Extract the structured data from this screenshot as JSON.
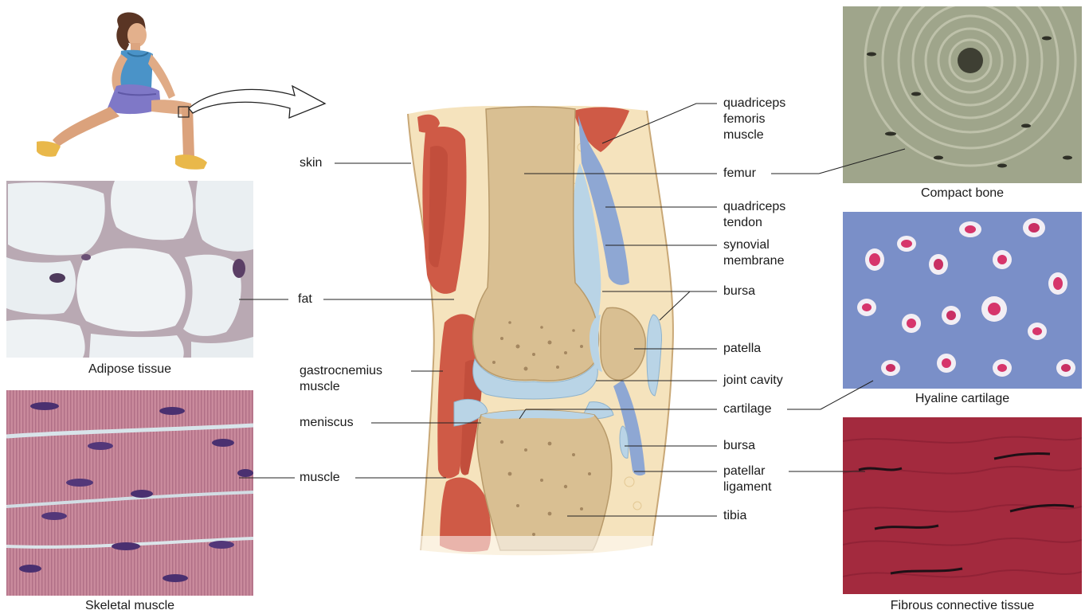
{
  "diagram": {
    "anatomy_labels": {
      "skin": "skin",
      "fat": "fat",
      "gastrocnemius": "gastrocnemius\nmuscle",
      "meniscus": "meniscus",
      "muscle": "muscle",
      "quadriceps_muscle": "quadriceps\nfemoris\nmuscle",
      "femur": "femur",
      "quadriceps_tendon": "quadriceps\ntendon",
      "synovial_membrane": "synovial\nmembrane",
      "bursa_upper": "bursa",
      "patella": "patella",
      "joint_cavity": "joint cavity",
      "cartilage": "cartilage",
      "bursa_lower": "bursa",
      "patellar_ligament": "patellar\nligament",
      "tibia": "tibia"
    },
    "tissue_captions": {
      "adipose": "Adipose tissue",
      "skeletal_muscle": "Skeletal muscle",
      "compact_bone": "Compact bone",
      "hyaline_cartilage": "Hyaline cartilage",
      "fibrous": "Fibrous connective tissue"
    }
  },
  "colors": {
    "fat": "#f5e3bd",
    "muscle": "#cf5a46",
    "bone": "#d9bf92",
    "cartilage": "#b9d4e6",
    "tendon": "#8ea7d3",
    "adipose_bg": "#ecf1f3",
    "skeletal_bg": "#c98a9c",
    "compact_bg": "#9fa58b",
    "hyaline_bg": "#6f8fc6",
    "fibrous_bg": "#a32a3e"
  }
}
